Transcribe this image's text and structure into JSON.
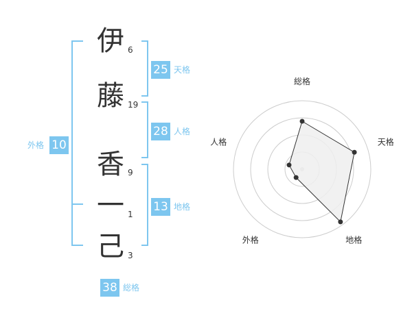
{
  "name": {
    "characters": [
      {
        "char": "伊",
        "strokes": "6"
      },
      {
        "char": "藤",
        "strokes": "19"
      },
      {
        "char": "香",
        "strokes": "9"
      },
      {
        "char": "一",
        "strokes": "1"
      },
      {
        "char": "己",
        "strokes": "3"
      }
    ]
  },
  "fortunes": {
    "tenkaku": {
      "value": "25",
      "label": "天格"
    },
    "jinkaku": {
      "value": "28",
      "label": "人格"
    },
    "chikaku": {
      "value": "13",
      "label": "地格"
    },
    "gaikaku": {
      "value": "10",
      "label": "外格"
    },
    "soukaku": {
      "value": "38",
      "label": "総格"
    }
  },
  "chart_data": {
    "type": "radar",
    "axes": [
      "総格",
      "天格",
      "地格",
      "外格",
      "人格"
    ],
    "values": [
      0.7,
      0.8,
      0.95,
      0.15,
      0.2
    ],
    "rings": 4,
    "colors": {
      "fill": "#eeeeee",
      "line": "#333333",
      "grid": "#cccccc",
      "accent": "#7dc6ef"
    }
  }
}
